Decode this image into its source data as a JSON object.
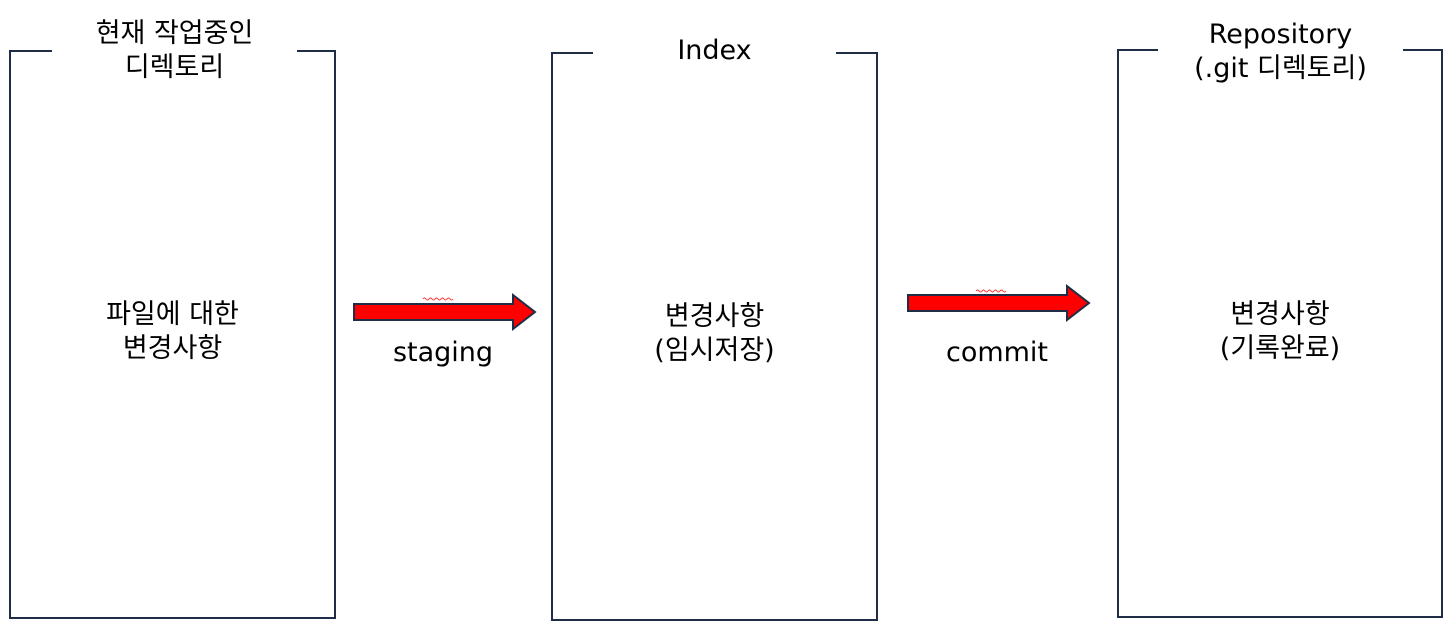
{
  "boxes": [
    {
      "title": "현재 작업중인\n디렉토리",
      "body": "파일에 대한\n변경사항"
    },
    {
      "title": "Index",
      "body": "변경사항\n(임시저장)"
    },
    {
      "title": "Repository\n(.git 디렉토리)",
      "body": "변경사항\n(기록완료)"
    }
  ],
  "arrows": [
    {
      "label": "staging"
    },
    {
      "label": "commit"
    }
  ],
  "colors": {
    "box_border": "#1f2d46",
    "arrow_fill": "#ff0000",
    "arrow_stroke": "#1f2d46",
    "squiggle": "#ff3333"
  }
}
